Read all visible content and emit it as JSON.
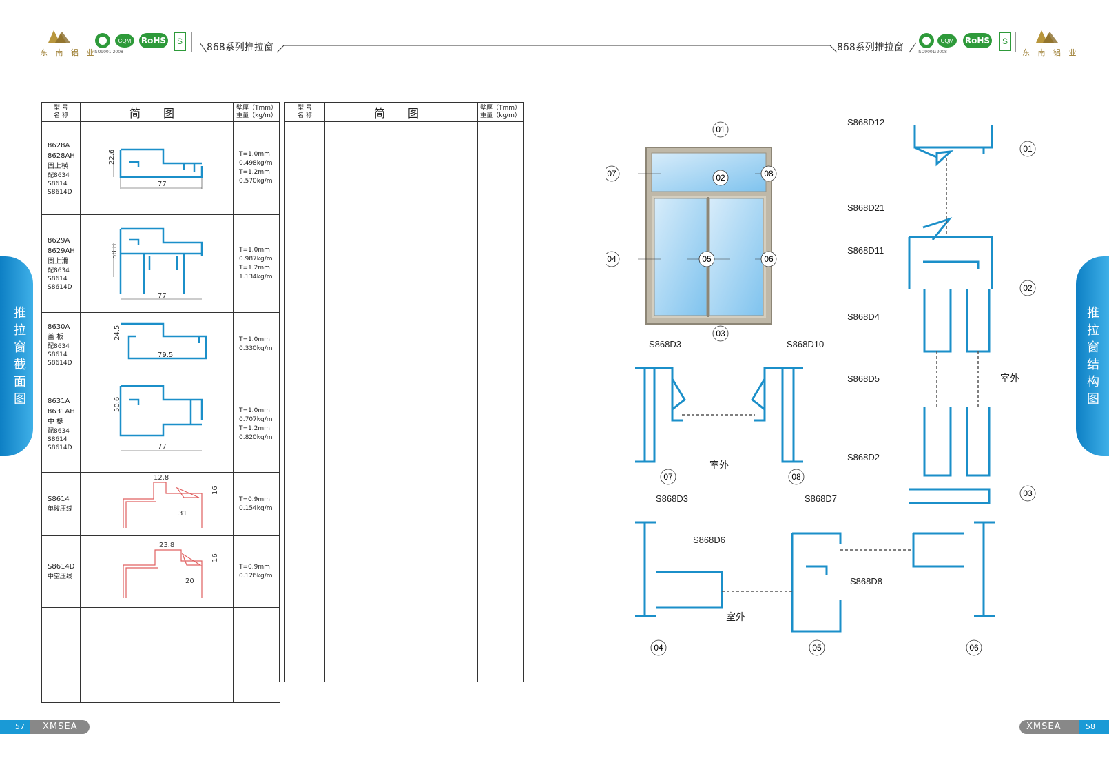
{
  "header": {
    "brand_left": "东 南 铝 业",
    "brand_right": "东 南 铝 业",
    "series_left": "868系列推拉窗",
    "series_right": "868系列推拉窗",
    "cert_rohs": "RoHS",
    "cert_iso": "ISO9001:2008"
  },
  "side_tabs": {
    "left": "推拉窗截面图",
    "right": "推拉窗结构图"
  },
  "table": {
    "col_model_top": "型 号",
    "col_model_bottom": "名 称",
    "col_diagram": "简 图",
    "col_spec_top": "壁厚（Tmm）",
    "col_spec_bottom": "重量（kg/m）",
    "rows": [
      {
        "name": [
          "8628A",
          "8628AH",
          "固上横",
          "配8634",
          "S8614",
          "S8614D"
        ],
        "spec": [
          "T=1.0mm",
          "0.498kg/m",
          "T=1.2mm",
          "0.570kg/m"
        ],
        "dims": [
          "22.6",
          "77"
        ]
      },
      {
        "name": [
          "8629A",
          "8629AH",
          "固上滑",
          "配8634",
          "S8614",
          "S8614D"
        ],
        "spec": [
          "T=1.0mm",
          "0.987kg/m",
          "T=1.2mm",
          "1.134kg/m"
        ],
        "dims": [
          "58.8",
          "77"
        ]
      },
      {
        "name": [
          "8630A",
          "盖 板",
          "配8634",
          "S8614",
          "S8614D"
        ],
        "spec": [
          "T=1.0mm",
          "0.330kg/m"
        ],
        "dims": [
          "24.5",
          "79.5"
        ]
      },
      {
        "name": [
          "8631A",
          "8631AH",
          "中 梃",
          "配8634",
          "S8614",
          "S8614D"
        ],
        "spec": [
          "T=1.0mm",
          "0.707kg/m",
          "T=1.2mm",
          "0.820kg/m"
        ],
        "dims": [
          "50.6",
          "77"
        ]
      },
      {
        "name": [
          "S8614",
          "单玻压线"
        ],
        "spec": [
          "T=0.9mm",
          "0.154kg/m"
        ],
        "dims": [
          "12.8",
          "16",
          "31"
        ]
      },
      {
        "name": [
          "S8614D",
          "中空压线"
        ],
        "spec": [
          "T=0.9mm",
          "0.126kg/m"
        ],
        "dims": [
          "23.8",
          "16",
          "20"
        ]
      }
    ]
  },
  "structure": {
    "circle_labels": [
      "01",
      "02",
      "03",
      "04",
      "05",
      "06",
      "07",
      "08"
    ],
    "part_labels": {
      "d12": "S868D12",
      "d21": "S868D21",
      "d11": "S868D11",
      "d4": "S868D4",
      "d5": "S868D5",
      "d2": "S868D2",
      "d3a": "S868D3",
      "d10": "S868D10",
      "d3b": "S868D3",
      "d7": "S868D7",
      "d6": "S868D6",
      "d8": "S868D8"
    },
    "outside": "室外"
  },
  "footer": {
    "page_left": "57",
    "page_right": "58",
    "brand": "XMSEA"
  },
  "colors": {
    "accent": "#1a9ad6",
    "profile": "#1b8fc9",
    "gold": "#9a7a2c",
    "cert_green": "#2e9a3a"
  }
}
